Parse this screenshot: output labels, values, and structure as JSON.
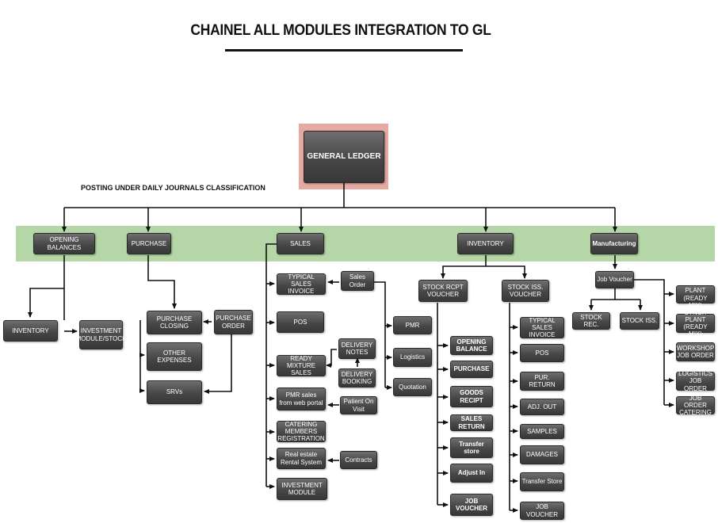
{
  "title": "CHAINEL ALL MODULES INTEGRATION TO GL",
  "subtitle": "POSTING UNDER DAILY JOURNALS CLASSIFICATION",
  "nodes": {
    "general_ledger": "GENERAL LEDGER",
    "opening_balances": "OPENING BALANCES",
    "purchase": "PURCHASE",
    "sales": "SALES",
    "inventory": "INVENTORY",
    "manufacturing": "Manufacturing",
    "ob_inventory": "INVENTORY",
    "ob_investment": "INVESTMENT\nMODULE/STOCK",
    "purchase_closing": "PURCHASE\nCLOSING",
    "purchase_order": "PURCHASE\nORDER",
    "other_expenses": "OTHER\nEXPENSES",
    "srvs": "SRVs",
    "typical_sales_invoice": "TYPICAL\nSALES INVOICE",
    "sales_order": "Sales Order",
    "pos": "POS",
    "pmr": "PMR",
    "logistics": "Logistics",
    "quotation": "Quotation",
    "delivery_notes": "DELIVERY\nNOTES",
    "delivery_booking": "DELIVERY\nBOOKING",
    "ready_mixture_sales": "READY MIXTURE\nSALES",
    "pmr_sales": "PMR sales\nfrom web portal",
    "patient_on_visit": "Patient On Visit",
    "catering_members": "CATERING MEMBERS\nREGISTRATION",
    "real_estate": "Real estate\nRental System",
    "contracts": "Contracts",
    "investment_module": "INVESTMENT\nMODULE",
    "stock_rcpt_voucher": "STOCK RCPT\nVOUCHER",
    "stock_iss_voucher": "STOCK ISS.\nVOUCHER",
    "rc_opening_balance": "OPENING\nBALANCE",
    "rc_purchase": "PURCHASE",
    "rc_goods_recipt": "GOODS RECIPT",
    "rc_sales_return": "SALES RETURN",
    "rc_transfer_store": "Transfer store",
    "rc_adjust_in": "Adjust In",
    "rc_job_voucher": "JOB VOUCHER",
    "is_typical_sales_invoice": "TYPICAL SALES\nINVOICE",
    "is_pos": "POS",
    "is_pur_return": "PUR. RETURN",
    "is_adj_out": "ADJ. OUT",
    "is_samples": "SAMPLES",
    "is_damages": "DAMAGES",
    "is_transfer_store": "Transfer Store",
    "is_job_voucher": "JOB VOUCHER",
    "job_voucher": "Job Voucher",
    "stock_rec": "STOCK REC.",
    "stock_iss": "STOCK ISS.",
    "synch_plant_1": "SYNCH PLANT\n(READY MIX)",
    "synch_plant_2": "SYNCH PLANT\n(READY MIX)",
    "workshop_job_order": "WORKSHOP\nJOB ORDER",
    "logistics_job_order": "LOGISTICS\nJOB ORDER",
    "job_order_catering": "JOB ORDER\nCATERING"
  },
  "colors": {
    "node_fill": "#474747",
    "band": "#b5d7a8",
    "gl_highlight": "#e6aaa2",
    "connector": "#111111"
  }
}
